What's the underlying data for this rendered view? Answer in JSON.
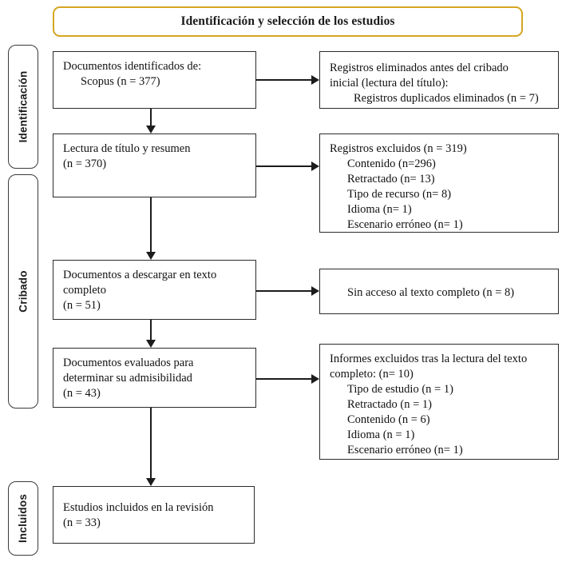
{
  "title": "Identificación y selección de los estudios",
  "stages": [
    {
      "name": "identificacion",
      "label": "Identificación"
    },
    {
      "name": "cribado",
      "label": "Cribado"
    },
    {
      "name": "incluidos",
      "label": "Incluidos"
    }
  ],
  "colors": {
    "title_border": "#D6A622",
    "box_border": "#2b2b2b",
    "stage_border": "#3a3a3a",
    "connector": "#1c1c1c",
    "text": "#111111",
    "background": "#ffffff"
  },
  "boxes": {
    "identificados": {
      "lines": [
        "Documentos identificados de:",
        "Scopus (n = 377)"
      ]
    },
    "duplicados": {
      "lines": [
        "Registros eliminados antes del cribado",
        "inicial (lectura del título):",
        "Registros duplicados eliminados (n = 7)"
      ]
    },
    "lectura": {
      "lines": [
        "Lectura de título y resumen",
        "(n = 370)"
      ]
    },
    "excluidos": {
      "lines": [
        "Registros excluidos (n = 319)",
        "Contenido (n=296)",
        "Retractado (n= 13)",
        "Tipo de recurso (n= 8)",
        "Idioma (n= 1)",
        "Escenario erróneo (n= 1)"
      ]
    },
    "descargar": {
      "lines": [
        "Documentos a descargar en texto",
        "completo",
        "(n = 51)"
      ]
    },
    "sinacceso": {
      "lines": [
        "Sin acceso al texto completo (n = 8)"
      ]
    },
    "evaluados": {
      "lines": [
        "Documentos evaluados para",
        "determinar su admisibilidad",
        "(n = 43)"
      ]
    },
    "informes": {
      "lines": [
        "Informes excluidos tras la lectura del texto",
        "completo: (n= 10)",
        "Tipo de estudio (n = 1)",
        "Retractado (n = 1)",
        "Contenido (n = 6)",
        "Idioma (n = 1)",
        "Escenario erróneo (n= 1)"
      ]
    },
    "incluidos": {
      "lines": [
        "Estudios incluidos en la revisión",
        "(n = 33)"
      ]
    }
  },
  "flow_data": {
    "type": "prisma-flow-diagram",
    "identified": {
      "source": "Scopus",
      "n": 377
    },
    "removed_before_screening": {
      "duplicates": 7
    },
    "screened_title_abstract": {
      "n": 370
    },
    "excluded_screening": {
      "total": 319,
      "reasons": [
        {
          "reason": "Contenido",
          "n": 296
        },
        {
          "reason": "Retractado",
          "n": 13
        },
        {
          "reason": "Tipo de recurso",
          "n": 8
        },
        {
          "reason": "Idioma",
          "n": 1
        },
        {
          "reason": "Escenario erróneo",
          "n": 1
        }
      ]
    },
    "sought_full_text": {
      "n": 51
    },
    "not_retrieved": {
      "n": 8
    },
    "assessed_eligibility": {
      "n": 43
    },
    "excluded_full_text": {
      "total": 10,
      "reasons": [
        {
          "reason": "Tipo de estudio",
          "n": 1
        },
        {
          "reason": "Retractado",
          "n": 1
        },
        {
          "reason": "Contenido",
          "n": 6
        },
        {
          "reason": "Idioma",
          "n": 1
        },
        {
          "reason": "Escenario erróneo",
          "n": 1
        }
      ]
    },
    "included_review": {
      "n": 33
    }
  }
}
